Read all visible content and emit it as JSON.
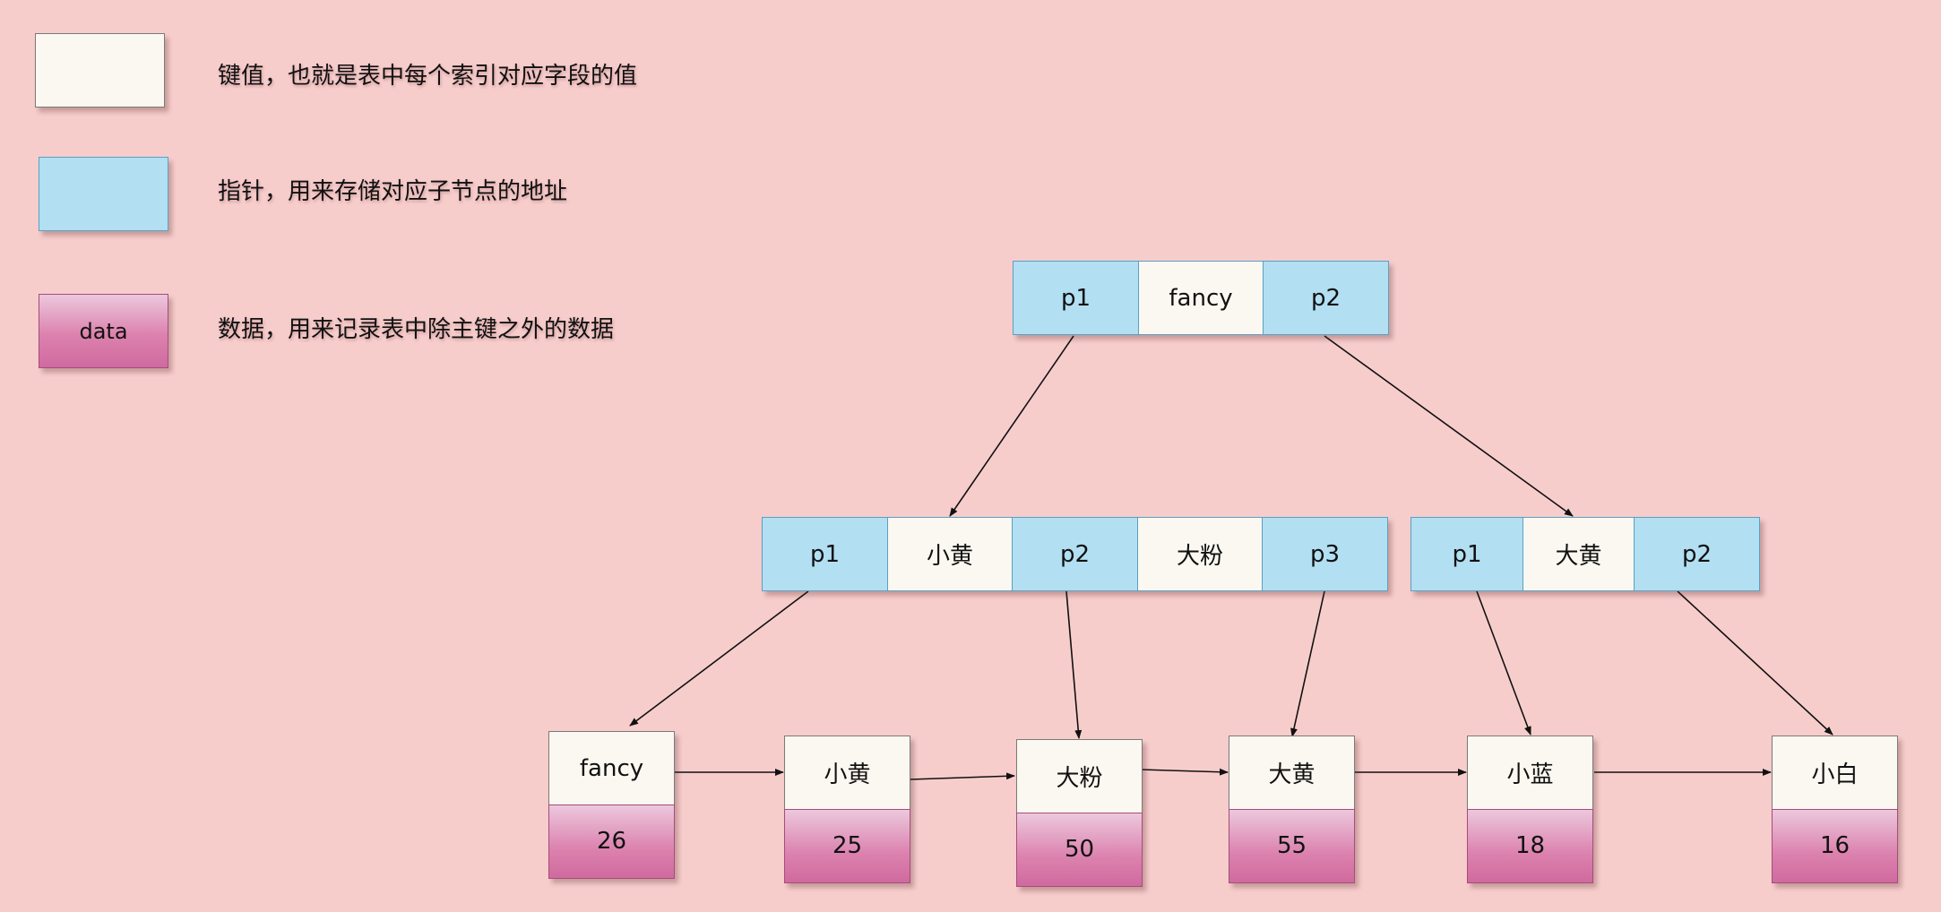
{
  "legend": {
    "key_desc": "键值，也就是表中每个索引对应字段的值",
    "pointer_desc": "指针，用来存储对应子节点的地址",
    "data_label": "data",
    "data_desc": "数据，用来记录表中除主键之外的数据"
  },
  "root": [
    "p1",
    "fancy",
    "p2"
  ],
  "internal_left": [
    "p1",
    "小黄",
    "p2",
    "大粉",
    "p3"
  ],
  "internal_right": [
    "p1",
    "大黄",
    "p2"
  ],
  "leaves": [
    {
      "key": "fancy",
      "value": "26"
    },
    {
      "key": "小黄",
      "value": "25"
    },
    {
      "key": "大粉",
      "value": "50"
    },
    {
      "key": "大黄",
      "value": "55"
    },
    {
      "key": "小蓝",
      "value": "18"
    },
    {
      "key": "小白",
      "value": "16"
    }
  ],
  "colors": {
    "background": "#f7cdcc",
    "pointer": "#b2dff2",
    "key": "#faf8f0",
    "data": "#dc82ae"
  }
}
